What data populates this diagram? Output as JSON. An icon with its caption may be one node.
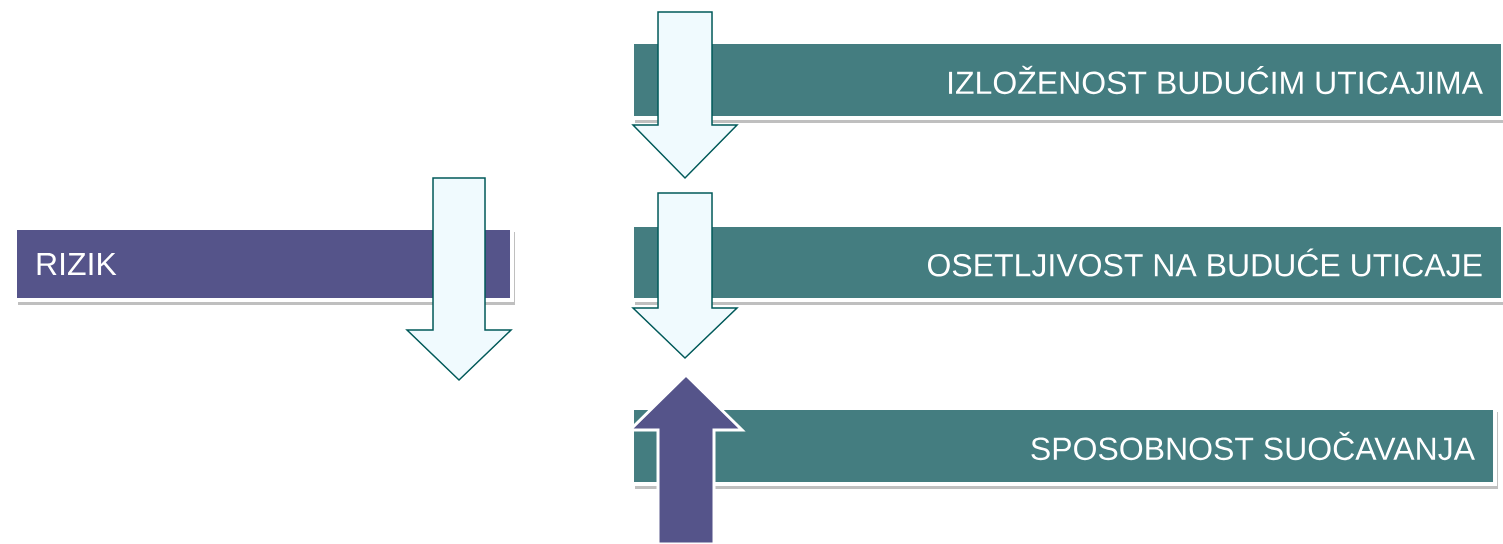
{
  "diagram": {
    "nodes": [
      {
        "text": [
          "RIZIK"
        ]
      },
      {
        "text": [
          "IZLOŽENOST BUDUĆIM UTICAJIMA"
        ]
      },
      {
        "text": [
          "OSETLJIVOST NA BUDUĆE UTICAJE"
        ]
      },
      {
        "text": [
          "SPOSOBNOST SUOČAVANJA"
        ]
      }
    ],
    "edges": [
      {
        "from": 0,
        "to": null,
        "arrow": "to"
      },
      {
        "from": 1,
        "to": 2,
        "arrow": "to"
      },
      {
        "from": 2,
        "to": null,
        "arrow": "to"
      },
      {
        "from": 3,
        "to": null,
        "arrow": "to",
        "color": "#55548a"
      }
    ]
  }
}
